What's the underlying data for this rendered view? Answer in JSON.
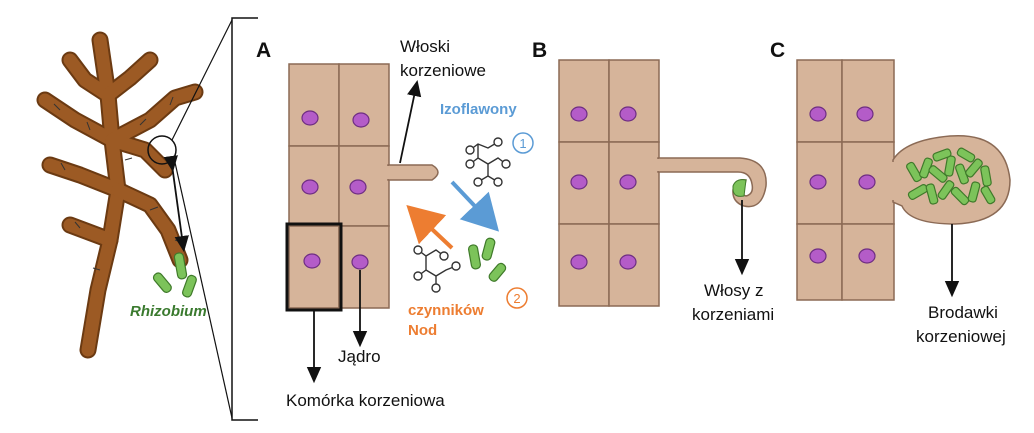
{
  "labels": {
    "panel_a": "A",
    "panel_b": "B",
    "panel_c": "C",
    "root_hairs": [
      "Włoski",
      "korzeniowe"
    ],
    "isoflavones": "Izoflawony",
    "step1": "1",
    "step2": "2",
    "nod_factors": [
      "czynników",
      "Nod"
    ],
    "nucleus": "Jądro",
    "root_cell": "Komórka korzeniowa",
    "rhizobium": "Rhizobium",
    "curled_hair": [
      "Włosy z",
      "korzeniami"
    ],
    "nodule": [
      "Brodawki",
      "korzeniowej"
    ]
  },
  "colors": {
    "cell": "#d6b49a",
    "nucleus": "#b45cc8",
    "bacteria": "#7cc35a",
    "root": "#9c5a24",
    "isoflavone_arrow": "#5b9bd5",
    "nod_arrow": "#ed7d31"
  }
}
